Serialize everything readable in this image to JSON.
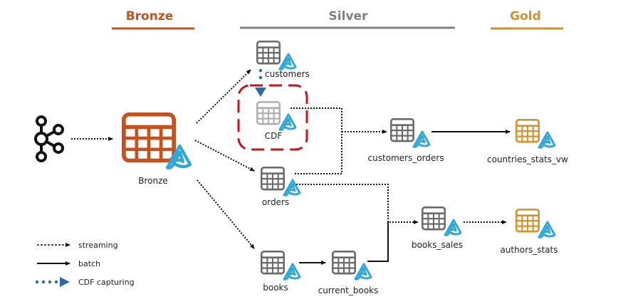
{
  "headers": {
    "bronze": {
      "label": "Bronze",
      "color": "#c4521f"
    },
    "silver": {
      "label": "Silver",
      "color": "#808080"
    },
    "gold": {
      "label": "Gold",
      "color": "#cf922b"
    }
  },
  "colors": {
    "delta_icon": "#2fa7d8",
    "cdf_box": "#c0141e",
    "cdf_arrow": "#2b6aa6",
    "silver_table": "#6b6b6b",
    "cdf_table": "#b0b0b0",
    "bronze_table": "#c4521f",
    "gold_table": "#d4922a"
  },
  "nodes": {
    "kafka": {
      "label": "kafka-source"
    },
    "bronze": {
      "label": "Bronze"
    },
    "customers": {
      "label": "customers"
    },
    "cdf": {
      "label": "CDF"
    },
    "orders": {
      "label": "orders"
    },
    "books": {
      "label": "books"
    },
    "current_books": {
      "label": "current_books"
    },
    "customers_orders": {
      "label": "customers_orders"
    },
    "books_sales": {
      "label": "books_sales"
    },
    "countries_stats_vw": {
      "label": "countries_stats_vw"
    },
    "authors_stats": {
      "label": "authors_stats"
    }
  },
  "legend": {
    "streaming": "streaming",
    "batch": "batch",
    "cdf": "CDF capturing"
  }
}
